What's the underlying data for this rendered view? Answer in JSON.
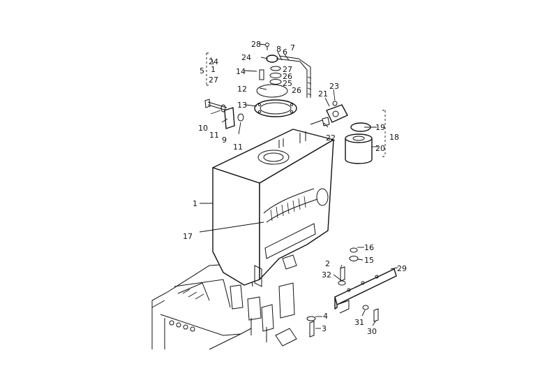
{
  "callouts": [
    {
      "id": "c28",
      "text": "28"
    },
    {
      "id": "c8",
      "text": "8"
    },
    {
      "id": "c6",
      "text": "6"
    },
    {
      "id": "c7",
      "text": "7"
    },
    {
      "id": "c24a",
      "text": "24"
    },
    {
      "id": "c5",
      "text": "5"
    },
    {
      "id": "c24b",
      "text": "24"
    },
    {
      "id": "c1a",
      "text": "1"
    },
    {
      "id": "c27a",
      "text": "27"
    },
    {
      "id": "c27b",
      "text": "27"
    },
    {
      "id": "c26a",
      "text": "26"
    },
    {
      "id": "c25",
      "text": "25"
    },
    {
      "id": "c26b",
      "text": "26"
    },
    {
      "id": "c14",
      "text": "14"
    },
    {
      "id": "c12",
      "text": "12"
    },
    {
      "id": "c13",
      "text": "13"
    },
    {
      "id": "c21",
      "text": "21"
    },
    {
      "id": "c23",
      "text": "23"
    },
    {
      "id": "c10",
      "text": "10"
    },
    {
      "id": "c11a",
      "text": "11"
    },
    {
      "id": "c9",
      "text": "9"
    },
    {
      "id": "c11b",
      "text": "11"
    },
    {
      "id": "c22",
      "text": "22"
    },
    {
      "id": "c19",
      "text": "19"
    },
    {
      "id": "c18",
      "text": "18"
    },
    {
      "id": "c20",
      "text": "20"
    },
    {
      "id": "c1",
      "text": "1"
    },
    {
      "id": "c17",
      "text": "17"
    },
    {
      "id": "c16",
      "text": "16"
    },
    {
      "id": "c15",
      "text": "15"
    },
    {
      "id": "c2",
      "text": "2"
    },
    {
      "id": "c29",
      "text": "29"
    },
    {
      "id": "c32",
      "text": "32"
    },
    {
      "id": "c4",
      "text": "4"
    },
    {
      "id": "c3",
      "text": "3"
    },
    {
      "id": "c31",
      "text": "31"
    },
    {
      "id": "c30",
      "text": "30"
    }
  ]
}
